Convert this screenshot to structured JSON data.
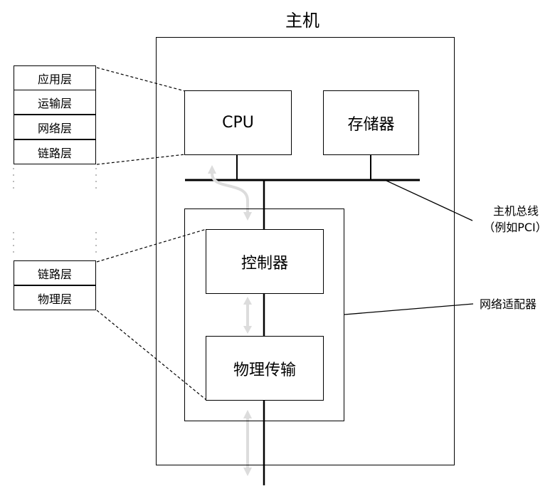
{
  "host": {
    "title": "主机"
  },
  "nodes": {
    "cpu": "CPU",
    "memory": "存储器",
    "controller": "控制器",
    "physical": "物理传输"
  },
  "labels": {
    "bus_line1": "主机总线",
    "bus_line2": "（例如PCI）",
    "adapter": "网络适配器"
  },
  "stack_top": [
    "应用层",
    "运输层",
    "网络层",
    "链路层"
  ],
  "stack_bottom": [
    "链路层",
    "物理层"
  ]
}
